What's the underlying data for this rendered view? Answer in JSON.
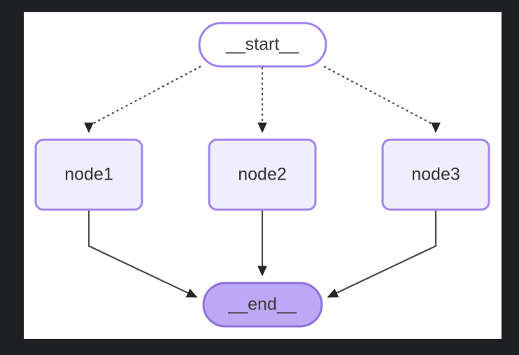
{
  "canvas": {
    "background_color": "#1e2023",
    "panel_color": "#ffffff"
  },
  "palette": {
    "node_fill": "#f0edfc",
    "node_border": "#a383ee",
    "start_fill": "#ffffff",
    "start_border": "#a37ef0",
    "end_fill": "#bda8f5",
    "end_border": "#8f6fe0",
    "edge_color": "#4a4a4a",
    "label_color": "#333333"
  },
  "graph": {
    "type": "flowchart",
    "direction": "top-down",
    "nodes": [
      {
        "id": "start",
        "label": "__start__",
        "shape": "stadium",
        "style": "terminal-start"
      },
      {
        "id": "node1",
        "label": "node1",
        "shape": "rounded-rect",
        "style": "process"
      },
      {
        "id": "node2",
        "label": "node2",
        "shape": "rounded-rect",
        "style": "process"
      },
      {
        "id": "node3",
        "label": "node3",
        "shape": "rounded-rect",
        "style": "process"
      },
      {
        "id": "end",
        "label": "__end__",
        "shape": "stadium",
        "style": "terminal-end"
      }
    ],
    "edges": [
      {
        "from": "start",
        "to": "node1",
        "style": "dotted",
        "arrow": "triangle"
      },
      {
        "from": "start",
        "to": "node2",
        "style": "dotted",
        "arrow": "triangle"
      },
      {
        "from": "start",
        "to": "node3",
        "style": "dotted",
        "arrow": "triangle"
      },
      {
        "from": "node1",
        "to": "end",
        "style": "solid",
        "arrow": "triangle"
      },
      {
        "from": "node2",
        "to": "end",
        "style": "solid",
        "arrow": "triangle"
      },
      {
        "from": "node3",
        "to": "end",
        "style": "solid",
        "arrow": "triangle"
      }
    ]
  }
}
